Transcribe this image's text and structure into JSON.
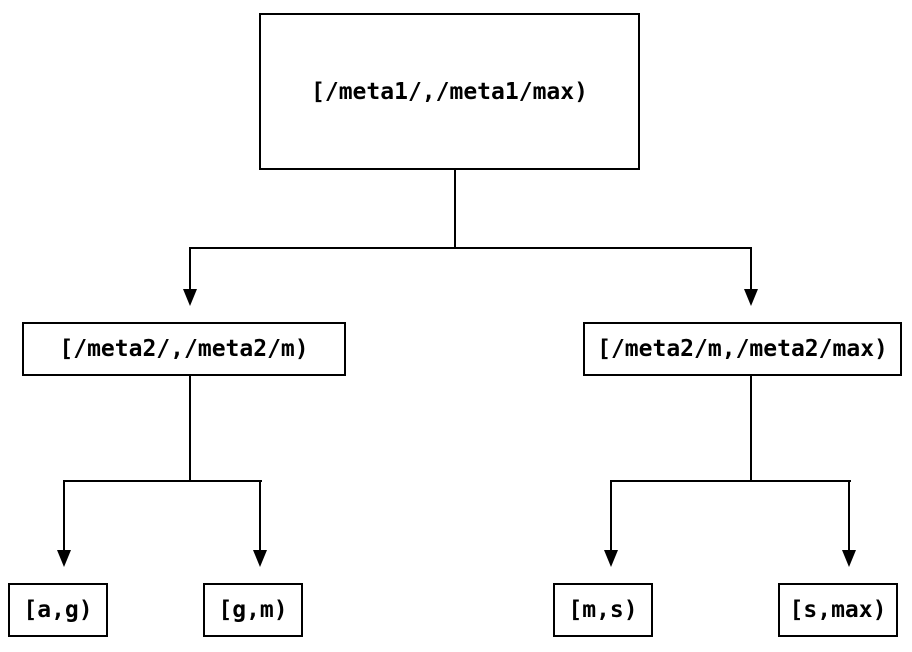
{
  "diagram": {
    "type": "range-partition-tree",
    "colors": {
      "background": "#ffffff",
      "line": "#000000",
      "box_fill": "#ffffff",
      "text": "#000000"
    },
    "tree": {
      "label": "[/meta1/,/meta1/max)",
      "children": [
        {
          "label": "[/meta2/,/meta2/m)",
          "children": [
            {
              "label": "[a,g)"
            },
            {
              "label": "[g,m)"
            }
          ]
        },
        {
          "label": "[/meta2/m,/meta2/max)",
          "children": [
            {
              "label": "[m,s)"
            },
            {
              "label": "[s,max)"
            }
          ]
        }
      ]
    }
  }
}
